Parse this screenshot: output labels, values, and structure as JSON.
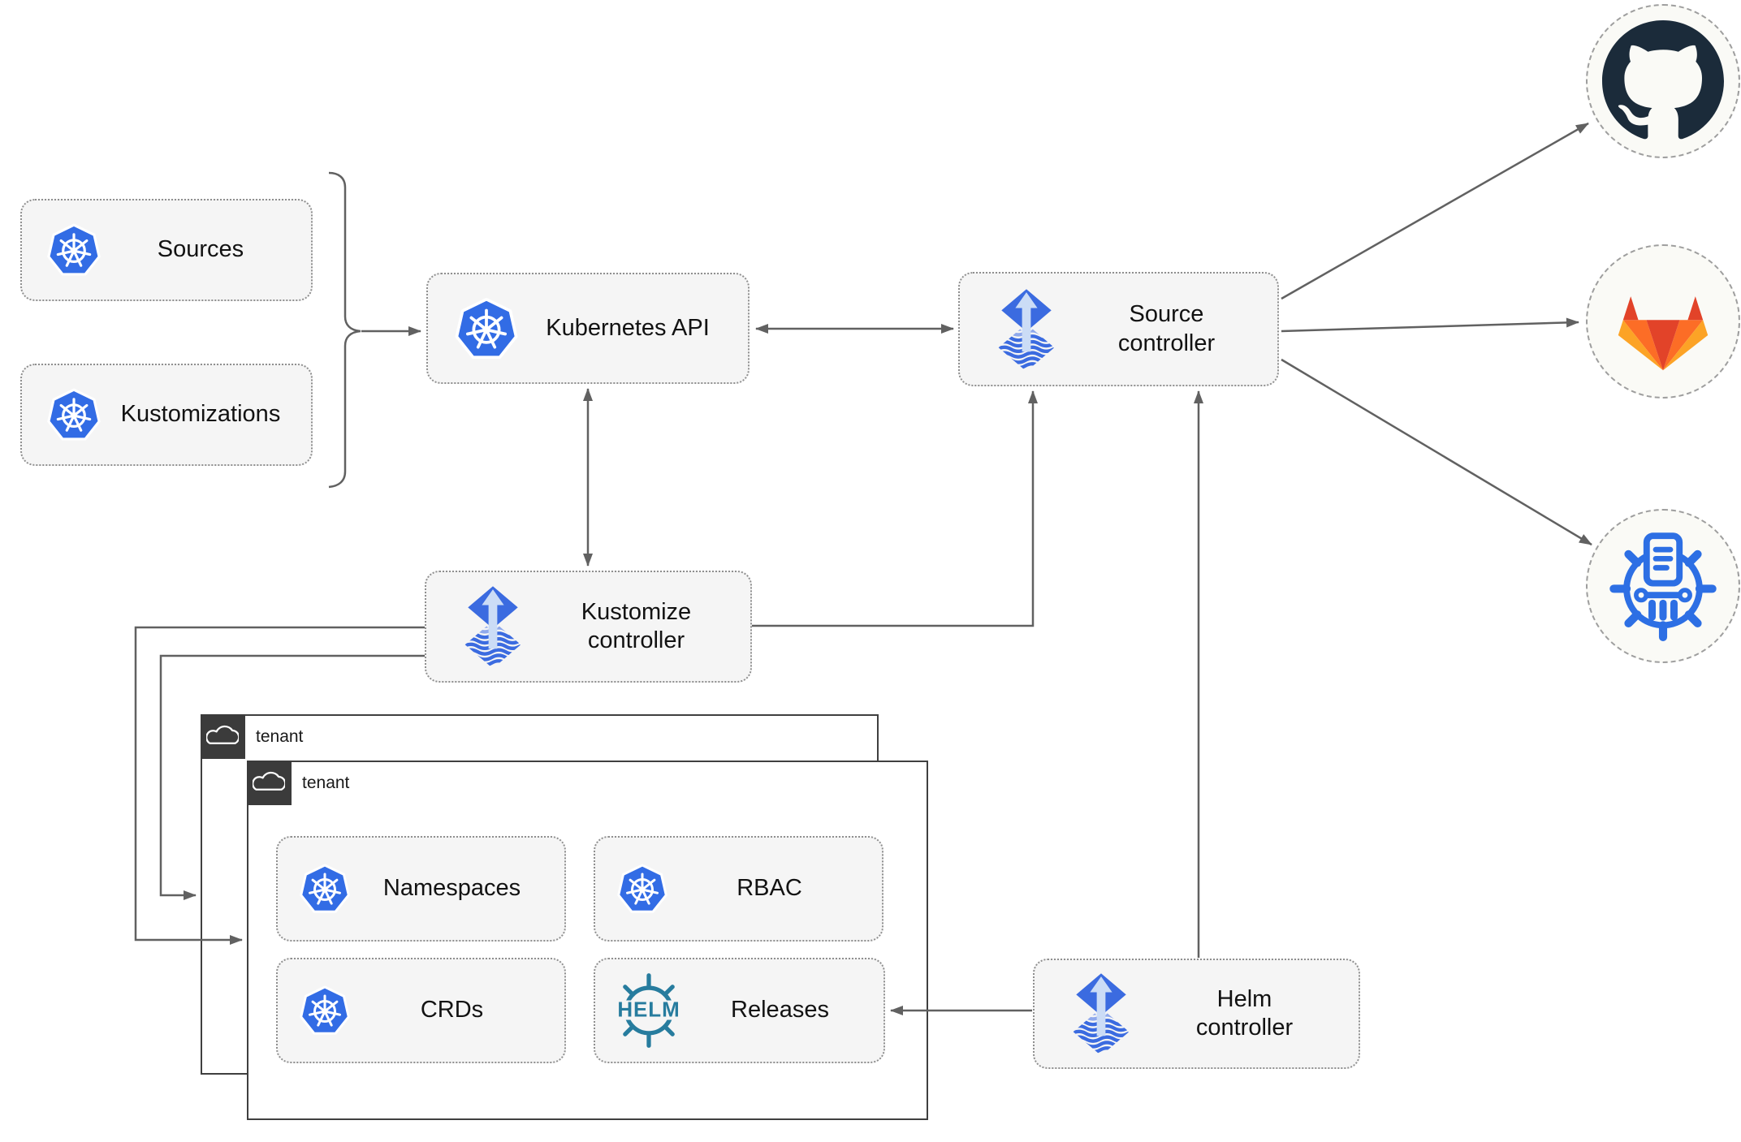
{
  "diagram": {
    "boxes": {
      "sources": "Sources",
      "kustomizations": "Kustomizations",
      "kubernetes_api": "Kubernetes API",
      "source_controller": "Source controller",
      "kustomize_controller": "Kustomize controller",
      "helm_controller": "Helm controller",
      "namespaces": "Namespaces",
      "rbac": "RBAC",
      "crds": "CRDs",
      "releases": "Releases"
    },
    "tenants": {
      "back": "tenant",
      "front": "tenant"
    },
    "helm_logo_text": "HELM",
    "icons": {
      "kubernetes": "kubernetes-icon",
      "flux": "flux-icon",
      "helm": "helm-icon",
      "cloud": "cloud-icon",
      "github": "github-icon",
      "gitlab": "gitlab-icon",
      "chartmuseum": "chartmuseum-icon"
    },
    "colors": {
      "kubernetes_blue": "#326CE5",
      "flux_blue": "#3B6BE0",
      "flux_light": "#CBDCF6",
      "helm_teal": "#277C9E",
      "chartmuseum_blue": "#2D6FE4",
      "github_dark": "#1B2B3A",
      "gitlab_red": "#E24329",
      "gitlab_orange": "#FC6D26",
      "gitlab_amber": "#FCA326",
      "connector_gray": "#616161",
      "node_fill": "#F5F5F5",
      "tenant_tab": "#3B3B3B"
    }
  }
}
